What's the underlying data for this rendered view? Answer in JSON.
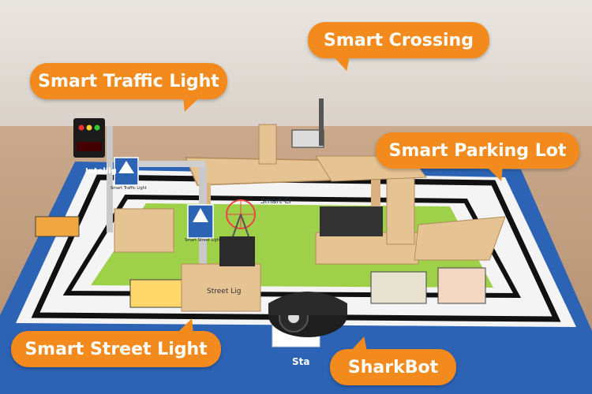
{
  "callouts": {
    "crossing": "Smart Crossing",
    "traffic": "Smart Traffic Light",
    "parking": "Smart Parking Lot",
    "street": "Smart Street Light",
    "sharkbot": "SharkBot"
  },
  "map_labels": {
    "intelligent": "Intellig",
    "crossing_label": "Smart Cr",
    "traffic_sign": "Smart Traffic Light",
    "street_sign": "Smart Street Light",
    "street_box": "Street Lig",
    "start": "Sta"
  },
  "colors": {
    "callout": "#f28a1d",
    "mat_blue": "#2d63b5",
    "grass": "#9fd04a",
    "road": "#ffffff",
    "track": "#111111",
    "wood": "#e6c393"
  }
}
